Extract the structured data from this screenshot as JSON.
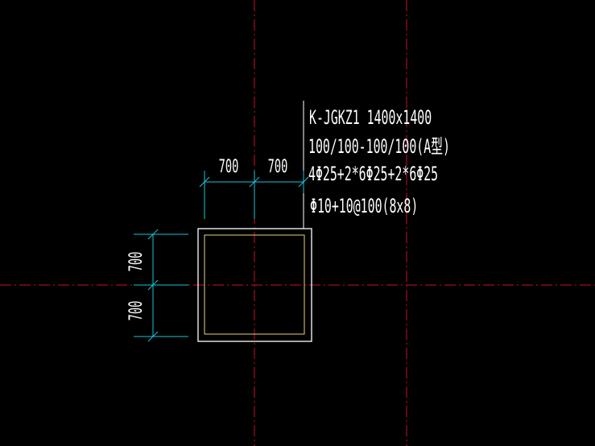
{
  "colors": {
    "background": "#000000",
    "axis": "#c8102e",
    "dimension": "#19c3d6",
    "column_outline": "#ffffff",
    "stirrup": "#e6d27a",
    "text": "#ffffff"
  },
  "annotation": {
    "line1": "K-JGKZ1 1400x1400",
    "line2": "100/100-100/100(A型)",
    "line3": "4Φ25+2*6Φ25+2*6Φ25",
    "line4": "Φ10+10@100(8x8)"
  },
  "dimensions": {
    "top_left": "700",
    "top_right": "700",
    "left_upper": "700",
    "left_lower": "700"
  }
}
